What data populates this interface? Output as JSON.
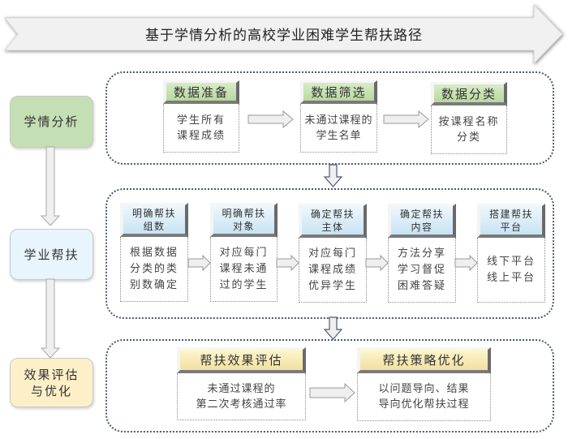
{
  "title": "基于学情分析的高校学业困难学生帮扶路径",
  "colors": {
    "phase1_fill": "#c5dfb4",
    "phase2_fill": "#e8f5fd",
    "phase3_fill": "#fdf0c8",
    "panel_border": "#4a5a6e",
    "arrow_fill": "#efefef",
    "arrow_stroke": "#9a9a9a",
    "down_arrow_stroke": "#4a5a7a"
  },
  "phases": [
    {
      "label": "学情分析"
    },
    {
      "label": "学业帮扶"
    },
    {
      "label": "效果评估\n与优化"
    }
  ],
  "panel1": {
    "cards": [
      {
        "head": "数据准备",
        "body": "学生所有\n课程成绩"
      },
      {
        "head": "数据筛选",
        "body": "未通过课程的\n学生名单"
      },
      {
        "head": "数据分类",
        "body": "按课程名称\n分类"
      }
    ]
  },
  "panel2": {
    "cards": [
      {
        "head": "明确帮扶\n组数",
        "body": "根据数据\n分类的类\n别数确定"
      },
      {
        "head": "明确帮扶\n对象",
        "body": "对应每门\n课程未通\n过的学生"
      },
      {
        "head": "确定帮扶\n主体",
        "body": "对应每门\n课程成绩\n优异学生"
      },
      {
        "head": "确定帮扶\n内容",
        "body": "方法分享\n学习督促\n困难答疑"
      },
      {
        "head": "搭建帮扶\n平台",
        "body": "线下平台\n线上平台"
      }
    ]
  },
  "panel3": {
    "cards": [
      {
        "head": "帮扶效果评估",
        "body": "未通过课程的\n第二次考核通过率"
      },
      {
        "head": "帮扶策略优化",
        "body": "以问题导向、结果\n导向优化帮扶过程"
      }
    ]
  }
}
